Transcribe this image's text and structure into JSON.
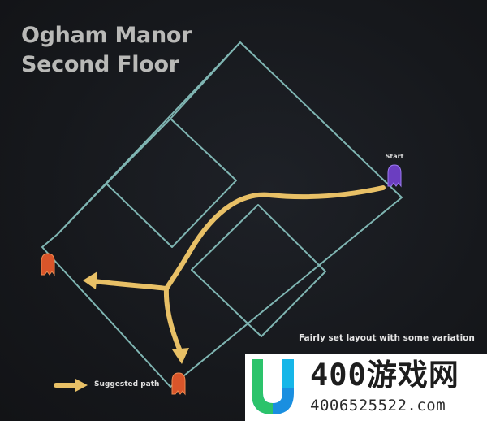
{
  "map": {
    "title_line1": "Ogham Manor",
    "title_line2": "Second Floor",
    "start_label": "Start",
    "caption": "Fairly set layout with some variation"
  },
  "legend": {
    "label": "Suggested path",
    "path_color": "#e8c066",
    "icon": "arrow-right-icon"
  },
  "colors": {
    "room_outline": "#7fb5b2",
    "start_marker": "#6b3ec0",
    "end_marker": "#d9552a",
    "background": "#17191d"
  },
  "markers": {
    "start": "purple-start-marker-icon",
    "ends": [
      "orange-end-marker-icon",
      "orange-end-marker-icon"
    ]
  },
  "watermark": {
    "name": "400游戏网",
    "number": "4006525522.com",
    "logo": "u-logo-icon"
  }
}
